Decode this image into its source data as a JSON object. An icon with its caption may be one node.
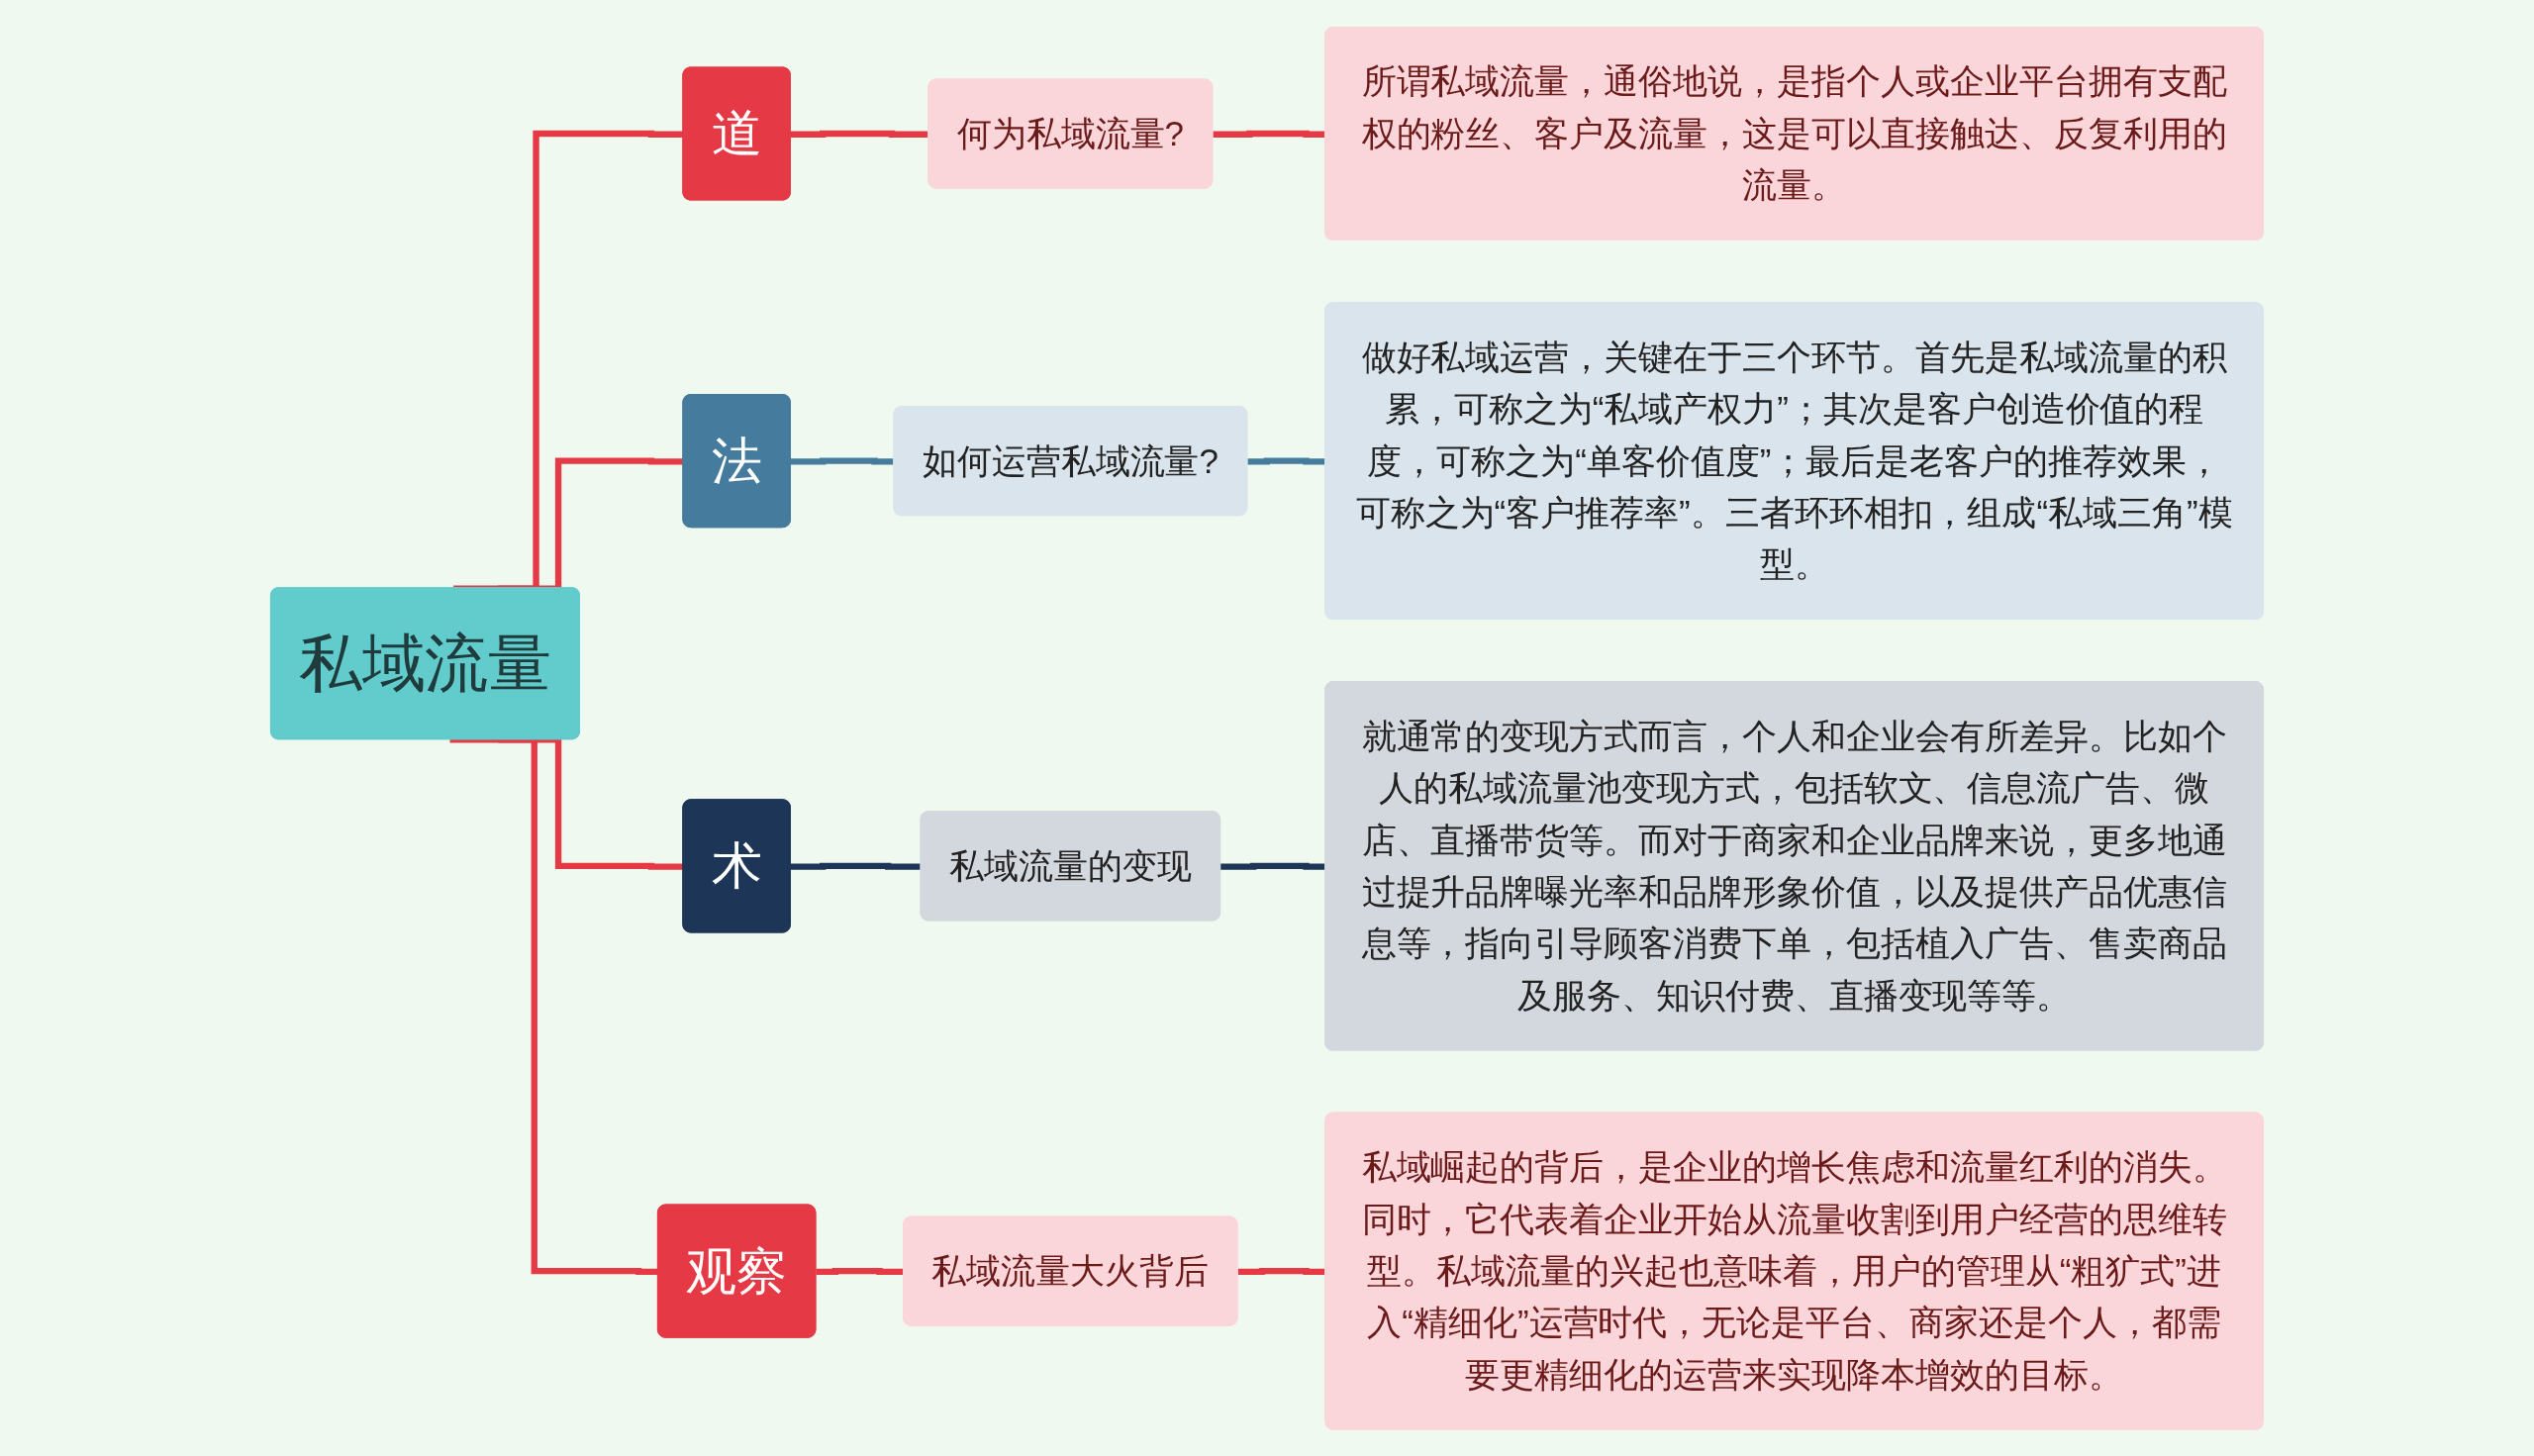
{
  "diagram": {
    "nodes": [
      {
        "text": [
          "私域流量"
        ]
      },
      {
        "text": [
          "道"
        ]
      },
      {
        "text": [
          "何为私域流量?"
        ]
      },
      {
        "text": [
          "所谓私域流量，通俗地说，是指个人或企业平台拥有支配权的粉丝、客户及流量，这是可以直接触达、反复利用的流量。"
        ]
      },
      {
        "text": [
          "法"
        ]
      },
      {
        "text": [
          "如何运营私域流量?"
        ]
      },
      {
        "text": [
          "做好私域运营，关键在于三个环节。首先是私域流量的积累，可称之为“私域产权力”；其次是客户创造价值的程度，可称之为“单客价值度”；最后是老客户的推荐效果，可称之为“客户推荐率”。三者环环相扣，组成“私域三角”模型。"
        ]
      },
      {
        "text": [
          "术"
        ]
      },
      {
        "text": [
          "私域流量的变现"
        ]
      },
      {
        "text": [
          "就通常的变现方式而言，个人和企业会有所差异。比如个人的私域流量池变现方式，包括软文、信息流广告、微店、直播带货等。而对于商家和企业品牌来说，更多地通过提升品牌曝光率和品牌形象价值，以及提供产品优惠信息等，指向引导顾客消费下单，包括植入广告、售卖商品及服务、知识付费、直播变现等等。"
        ]
      },
      {
        "text": [
          "观察"
        ]
      },
      {
        "text": [
          "私域流量大火背后"
        ]
      },
      {
        "text": [
          "私域崛起的背后，是企业的增长焦虑和流量红利的消失。同时，它代表着企业开始从流量收割到用户经营的思维转型。私域流量的兴起也意味着，用户的管理从“粗犷式”进入“精细化”运营时代，无论是平台、商家还是个人，都需要更精细化的运营来实现降本增效的目标。"
        ]
      }
    ],
    "edges": [
      {
        "from": 0,
        "to": 1,
        "arrow": "none"
      },
      {
        "from": 1,
        "to": 2,
        "arrow": "none"
      },
      {
        "from": 2,
        "to": 3,
        "arrow": "none"
      },
      {
        "from": 0,
        "to": 4,
        "arrow": "none"
      },
      {
        "from": 4,
        "to": 5,
        "arrow": "none",
        "color": "#457b9d"
      },
      {
        "from": 5,
        "to": 6,
        "arrow": "none",
        "color": "#457b9d"
      },
      {
        "from": 0,
        "to": 7,
        "arrow": "none"
      },
      {
        "from": 7,
        "to": 8,
        "arrow": "none",
        "color": "#1d3557"
      },
      {
        "from": 8,
        "to": 9,
        "arrow": "none",
        "color": "#1d3557"
      },
      {
        "from": 0,
        "to": 10,
        "arrow": "none"
      },
      {
        "from": 10,
        "to": 11,
        "arrow": "none"
      },
      {
        "from": 11,
        "to": 12,
        "arrow": "none"
      }
    ]
  }
}
